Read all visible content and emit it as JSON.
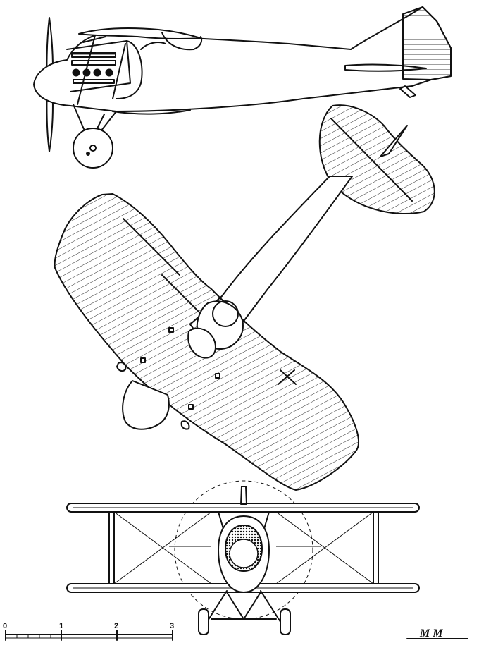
{
  "figure": {
    "views": [
      "side-view",
      "top-view",
      "front-view"
    ]
  },
  "scale_bar": {
    "ticks": [
      "0",
      "1",
      "2",
      "3"
    ]
  },
  "signature": "M M",
  "colors": {
    "ink": "#111111",
    "paper": "#ffffff"
  }
}
